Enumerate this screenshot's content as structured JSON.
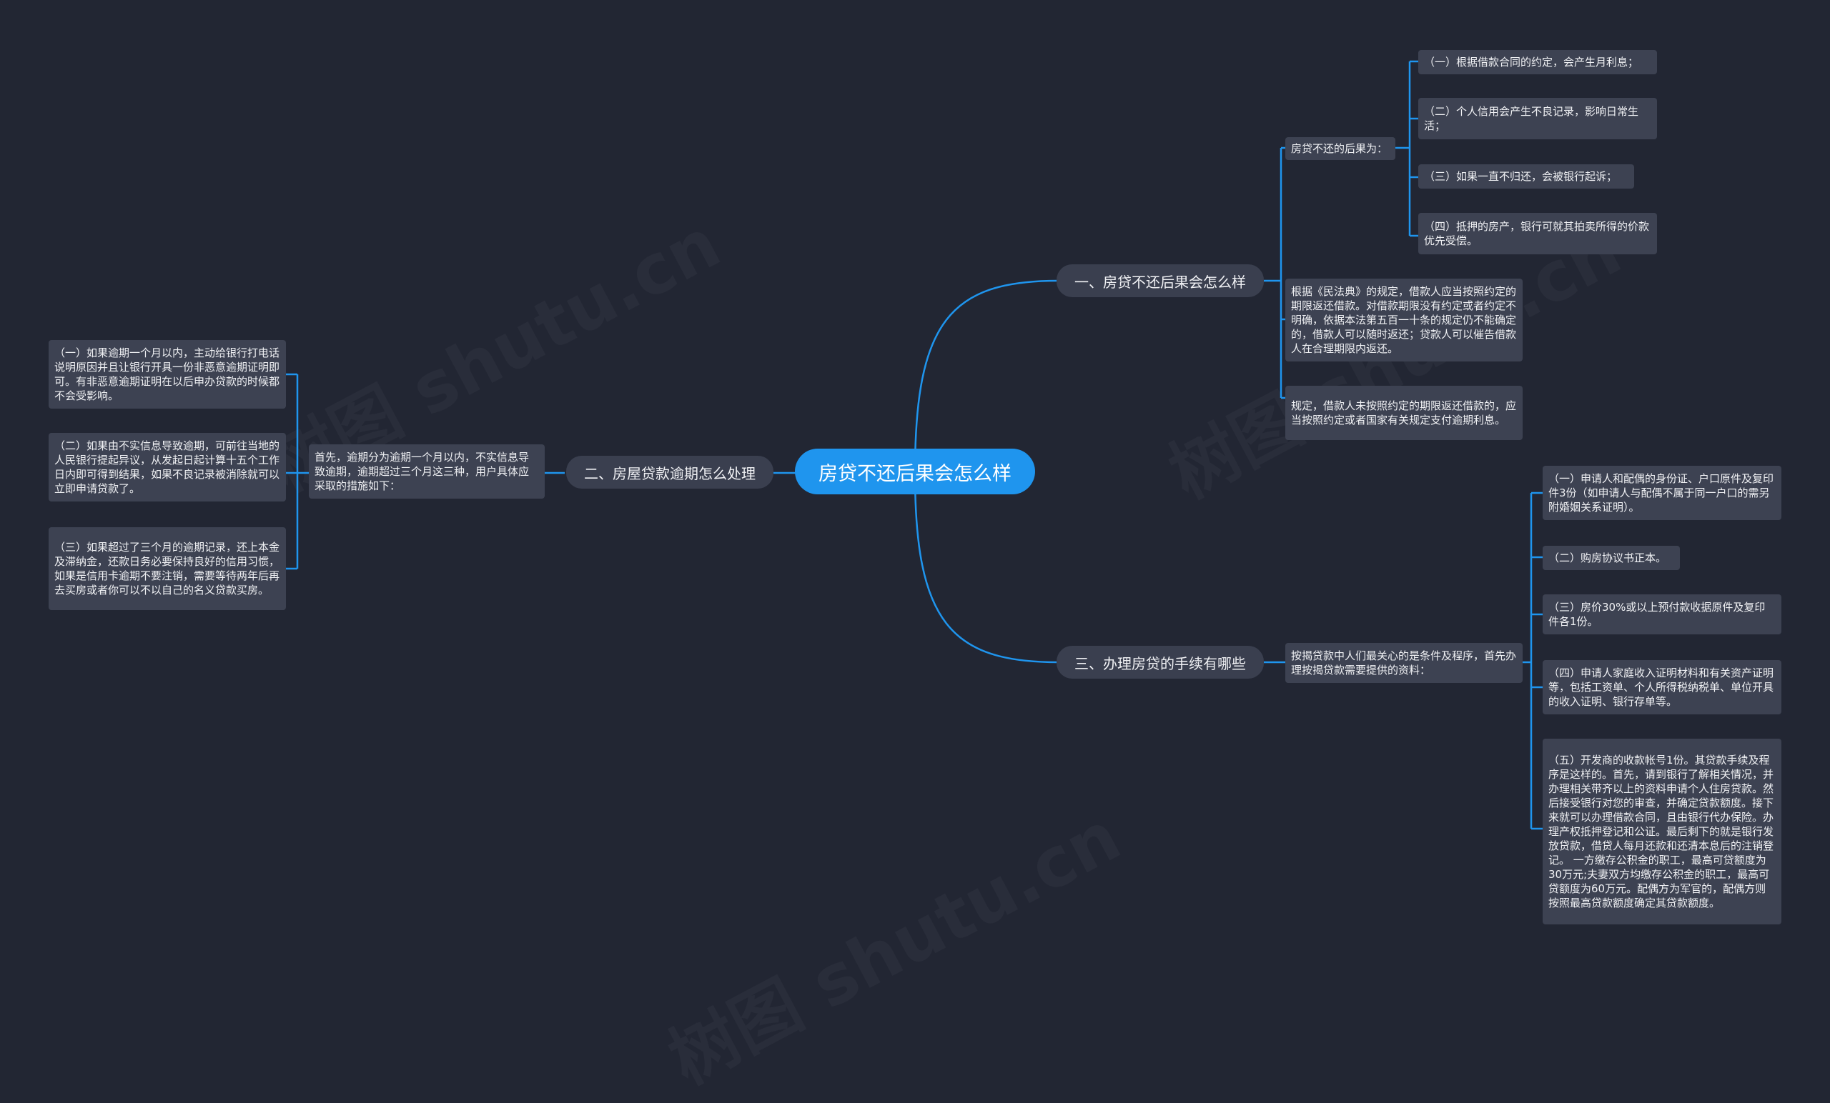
{
  "watermarks": [
    "树图 shutu.cn",
    "树图 shutu.cn",
    "树图 shutu.cn"
  ],
  "root": "房贷不还后果会怎么样",
  "branch1": {
    "title": "一、房贷不还后果会怎么样",
    "consequence_header": "房贷不还的后果为：",
    "items": [
      "（一）根据借款合同的约定，会产生月利息；",
      "（二）个人信用会产生不良记录，影响日常生活；",
      "（三）如果一直不归还，会被银行起诉；",
      "（四）抵押的房产，银行可就其拍卖所得的价款优先受偿。"
    ],
    "civil_code": "根据《民法典》的规定，借款人应当按照约定的期限返还借款。对借款期限没有约定或者约定不明确，依据本法第五百一十条的规定仍不能确定的，借款人可以随时返还；贷款人可以催告借款人在合理期限内返还。",
    "regulation": "规定，借款人未按照约定的期限返还借款的，应当按照约定或者国家有关规定支付逾期利息。"
  },
  "branch2": {
    "title": "二、房屋贷款逾期怎么处理",
    "intro": "首先，逾期分为逾期一个月以内，不实信息导致逾期，逾期超过三个月这三种，用户具体应采取的措施如下：",
    "items": [
      "（一）如果逾期一个月以内，主动给银行打电话说明原因并且让银行开具一份非恶意逾期证明即可。有非恶意逾期证明在以后申办贷款的时候都不会受影响。",
      "（二）如果由不实信息导致逾期，可前往当地的人民银行提起异议，从发起日起计算十五个工作日内即可得到结果，如果不良记录被消除就可以立即申请贷款了。",
      "（三）如果超过了三个月的逾期记录，还上本金及滞纳金，还款日务必要保持良好的信用习惯，如果是信用卡逾期不要注销，需要等待两年后再去买房或者你可以不以自己的名义贷款买房。"
    ]
  },
  "branch3": {
    "title": "三、办理房贷的手续有哪些",
    "intro": "按揭贷款中人们最关心的是条件及程序，首先办理按揭贷款需要提供的资料：",
    "items": [
      "（一）申请人和配偶的身份证、户口原件及复印件3份（如申请人与配偶不属于同一户口的需另附婚姻关系证明）。",
      "（二）购房协议书正本。",
      "（三）房价30%或以上预付款收据原件及复印件各1份。",
      "（四）申请人家庭收入证明材料和有关资产证明等，包括工资单、个人所得税纳税单、单位开具的收入证明、银行存单等。",
      "（五）开发商的收款帐号1份。其贷款手续及程序是这样的。首先，请到银行了解相关情况，并办理相关带齐以上的资料申请个人住房贷款。然后接受银行对您的审查，并确定贷款额度。接下来就可以办理借款合同，且由银行代办保险。办理产权抵押登记和公证。最后剩下的就是银行发放贷款，借贷人每月还款和还清本息后的注销登记。 一方缴存公积金的职工，最高可贷额度为30万元;夫妻双方均缴存公积金的职工，最高可贷额度为60万元。配偶方为军官的，配偶方则按照最高贷款额度确定其贷款额度。"
    ]
  },
  "colors": {
    "background": "#222633",
    "root": "#1f95ee",
    "node": "#3d4252",
    "connector": "#1f95ee"
  }
}
